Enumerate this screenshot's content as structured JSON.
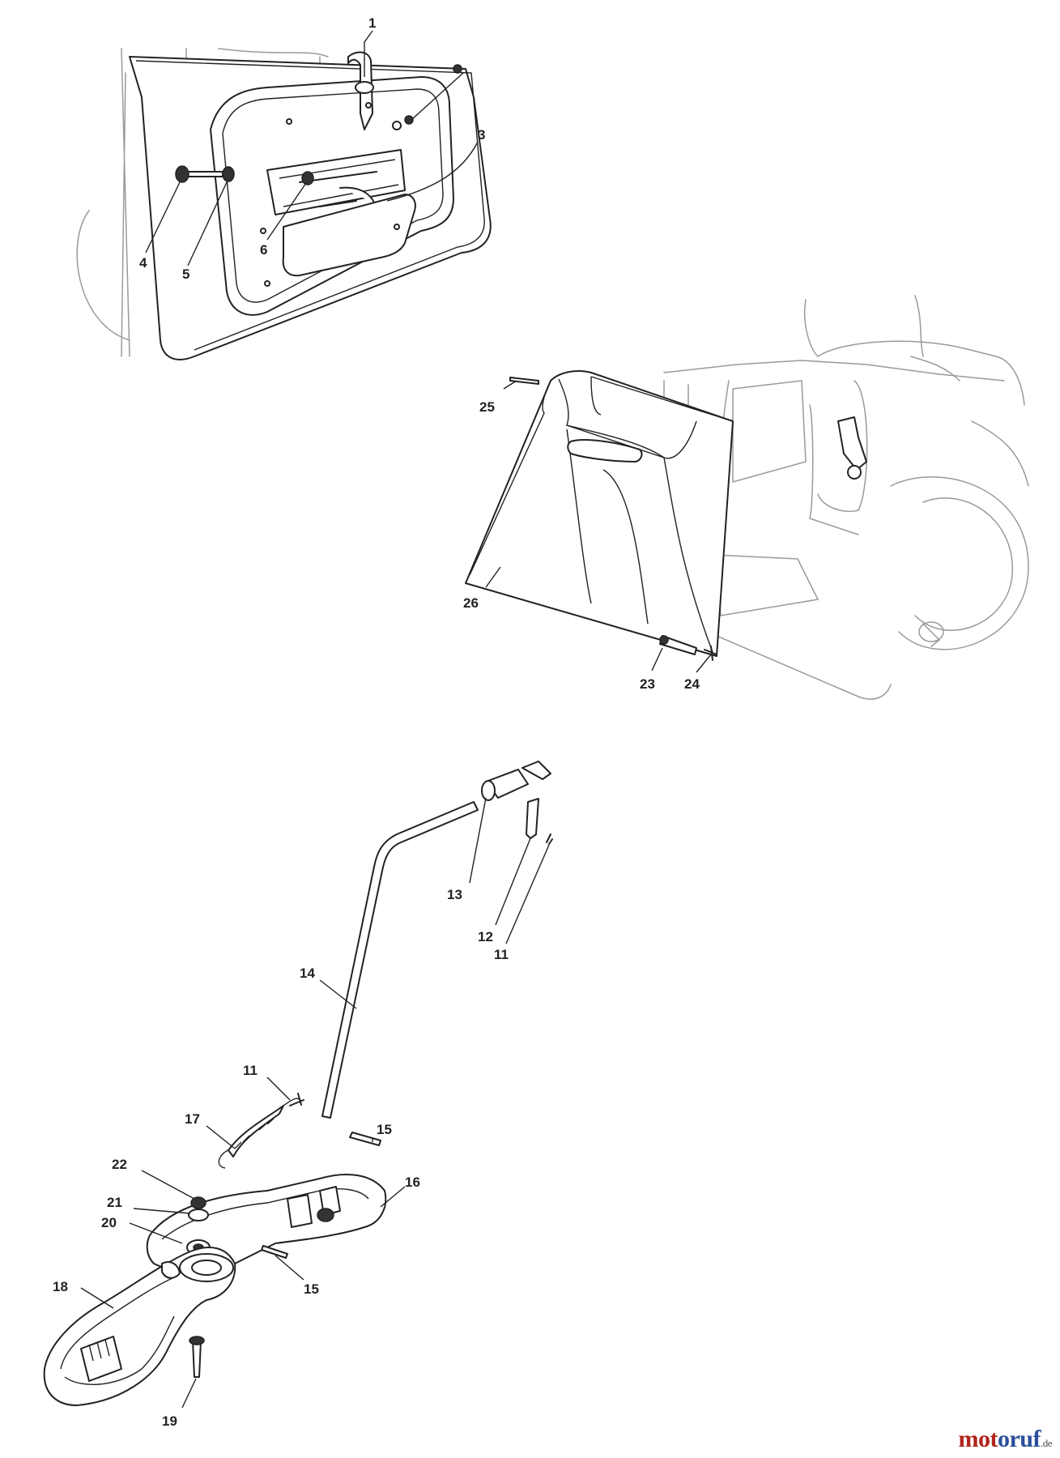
{
  "callouts": [
    "1",
    "3",
    "4",
    "5",
    "6",
    "25",
    "26",
    "23",
    "24",
    "13",
    "12",
    "11",
    "14",
    "11",
    "17",
    "15",
    "22",
    "16",
    "21",
    "20",
    "15",
    "18",
    "19"
  ],
  "watermark": {
    "brand_a": "mot",
    "brand_b": "oruf",
    "tld": ".de"
  },
  "colors": {
    "line": "#222222",
    "ghost": "#9a9a9a",
    "brand_red": "#b0241b",
    "brand_green": "#3a7d3a",
    "brand_blue": "#2a4f9a"
  }
}
